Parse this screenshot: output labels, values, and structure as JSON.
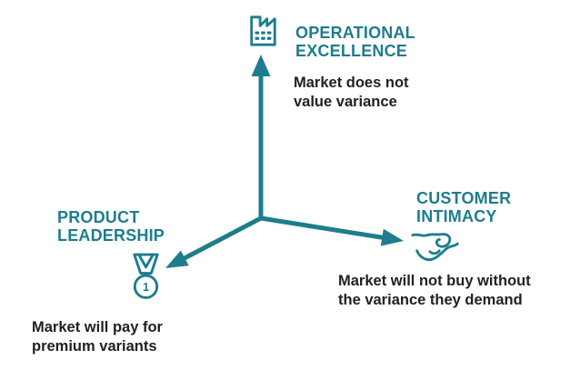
{
  "colors": {
    "accent": "#1E7D8D",
    "text": "#212121",
    "background": "#FFFFFF"
  },
  "diagram": {
    "nodes": {
      "operational": {
        "title": [
          "OPERATIONAL",
          "EXCELLENCE"
        ],
        "desc": [
          "Market does not",
          "value variance"
        ],
        "icon": "factory-icon"
      },
      "product": {
        "title": [
          "PRODUCT",
          "LEADERSHIP"
        ],
        "desc": [
          "Market will pay for",
          "premium variants"
        ],
        "icon": "medal-icon",
        "medal_number": "1"
      },
      "customer": {
        "title": [
          "CUSTOMER",
          "INTIMACY"
        ],
        "desc": [
          "Market will not buy without",
          "the variance they demand"
        ],
        "icon": "handshake-icon"
      }
    }
  }
}
